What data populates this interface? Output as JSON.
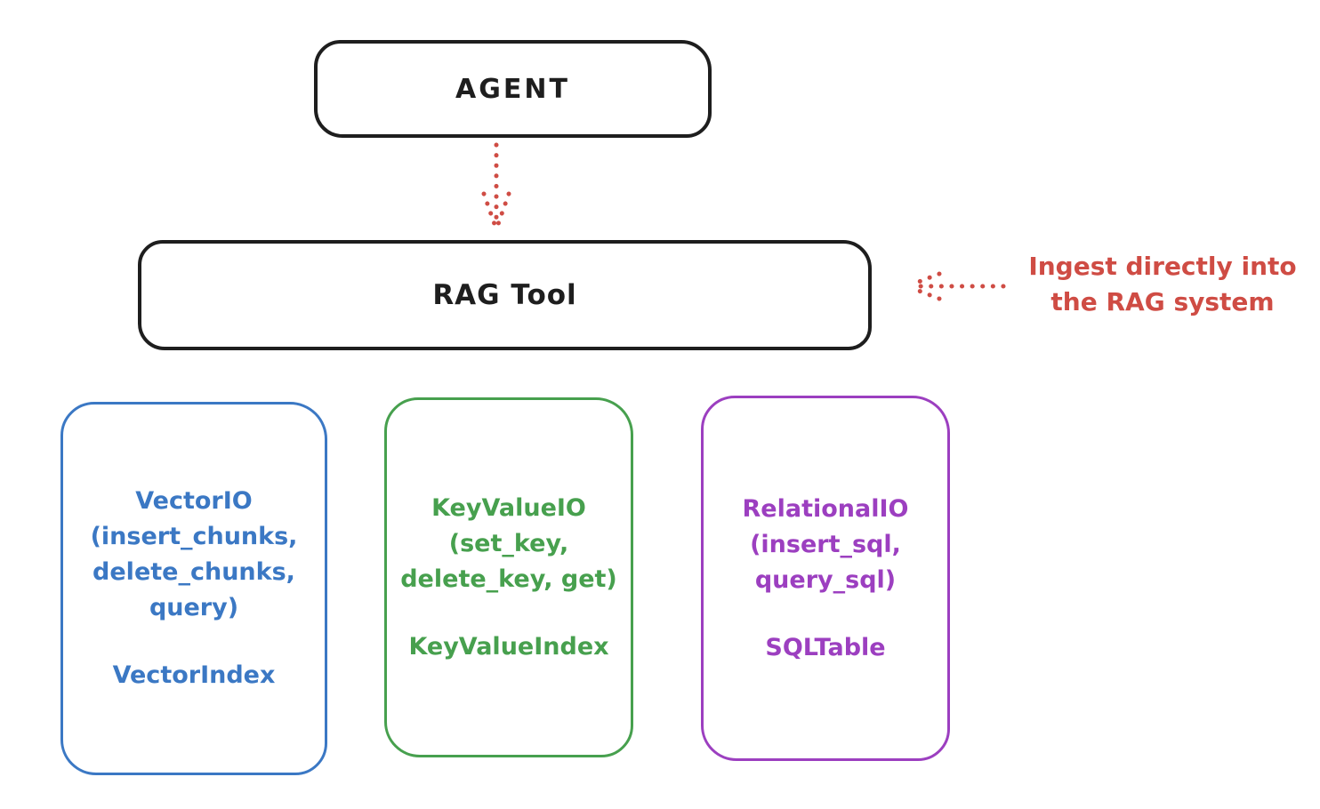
{
  "colors": {
    "background": "#ffffff",
    "black": "#1e1e1e",
    "red": "#cf4c44",
    "blue": "#3b78c4",
    "green": "#47a04e",
    "purple": "#9c3fc0"
  },
  "nodes": {
    "agent": {
      "label": "AGENT"
    },
    "rag_tool": {
      "label": "RAG Tool"
    },
    "vector_io": {
      "lines": [
        "VectorIO",
        "(insert_chunks,",
        "delete_chunks,",
        "query)"
      ],
      "footer": "VectorIndex",
      "color": "#3b78c4"
    },
    "key_value_io": {
      "lines": [
        "KeyValueIO",
        "(set_key,",
        "delete_key, get)"
      ],
      "footer": "KeyValueIndex",
      "color": "#47a04e"
    },
    "relational_io": {
      "lines": [
        "RelationalIO",
        "(insert_sql,",
        "query_sql)"
      ],
      "footer": "SQLTable",
      "color": "#9c3fc0"
    }
  },
  "annotation": {
    "lines": [
      "Ingest directly into",
      "the RAG system"
    ],
    "color": "#cf4c44"
  },
  "arrows": [
    {
      "name": "agent-to-rag-tool",
      "style": "dotted",
      "color": "#cf4c44",
      "direction": "down"
    },
    {
      "name": "ingest-into-rag",
      "style": "dotted",
      "color": "#cf4c44",
      "direction": "left"
    }
  ]
}
